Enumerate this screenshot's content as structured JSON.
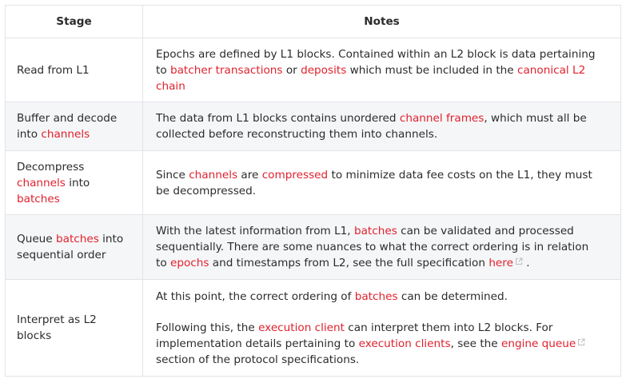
{
  "header": {
    "stage": "Stage",
    "notes": "Notes"
  },
  "rows": [
    {
      "stage": [
        "Read from L1"
      ],
      "notes": [
        "Epochs are defined by L1 blocks. Contained within an L2 block is data pertaining",
        "to ",
        "batcher transactions",
        " or ",
        "deposits",
        " which must be included in the ",
        "canonical L2",
        "chain"
      ]
    },
    {
      "stage": [
        "Buffer and decode",
        "into ",
        "channels"
      ],
      "notes": [
        "The data from L1 blocks contains unordered ",
        "channel frames",
        ", which must all be",
        "collected before reconstructing them into channels."
      ]
    },
    {
      "stage": [
        "Decompress",
        "channels",
        " into",
        "batches"
      ],
      "notes": [
        "Since ",
        "channels",
        " are ",
        "compressed",
        " to minimize data fee costs on the L1, they must",
        "be decompressed."
      ]
    },
    {
      "stage": [
        "Queue ",
        "batches",
        " into",
        "sequential order"
      ],
      "notes": [
        "With the latest information from L1, ",
        "batches",
        " can be validated and processed",
        "sequentially. There are some nuances to what the correct ordering is in relation",
        "to ",
        "epochs",
        " and timestamps from L2, see the full specification ",
        "here",
        " ."
      ]
    },
    {
      "stage": [
        "Interpret as L2",
        "blocks"
      ],
      "notes": [
        "At this point, the correct ordering of ",
        "batches",
        " can be determined.",
        "Following this, the ",
        "execution client",
        " can interpret them into L2 blocks. For",
        "implementation details pertaining to ",
        "execution clients",
        ", see the ",
        "engine queue",
        "section of the protocol specifications."
      ]
    }
  ],
  "colors": {
    "link": "#e0212e",
    "text": "#2b2b2b",
    "border": "#e1e4e8",
    "shade": "#f5f6f7"
  },
  "icons": {
    "external_link": "external-link-icon"
  }
}
